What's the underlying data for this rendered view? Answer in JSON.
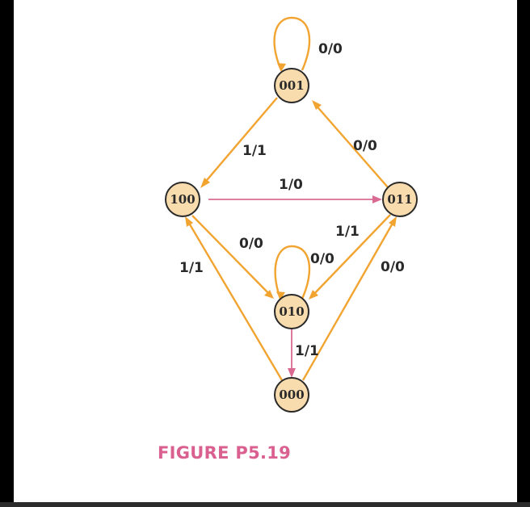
{
  "figure": {
    "caption": "FIGURE P5.19"
  },
  "colors": {
    "state_fill": "#f8dcae",
    "orange_edge": "#f2a431",
    "pink_edge": "#d96b93",
    "caption": "#d9608f"
  },
  "states": {
    "s001": "001",
    "s100": "100",
    "s011": "011",
    "s010": "010",
    "s000": "000"
  },
  "edges": {
    "self_001": "0/0",
    "e001_100": "1/1",
    "e011_001": "0/0",
    "e100_011": "1/0",
    "e100_010": "0/0",
    "e011_010": "1/1",
    "self_010": "0/0",
    "e000_100": "1/1",
    "e000_011": "0/0",
    "e010_000": "1/1"
  }
}
